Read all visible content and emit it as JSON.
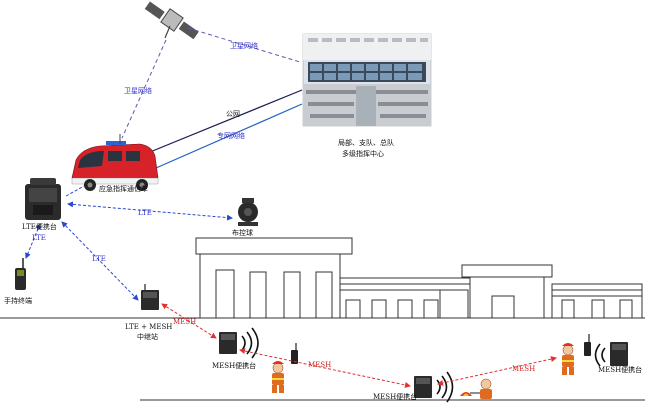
{
  "labels": {
    "satellite_net_top": "卫星网络",
    "satellite_net_left": "卫星网络",
    "public_net": "公网",
    "private_net": "专网网络",
    "command_center": "局部、支队、总队",
    "command_center_sub": "多级指挥中心",
    "vehicle": "应急指挥通信车",
    "lte_portable": "LTE便携台",
    "lte": "LTE",
    "lte_link": "LTE",
    "lte_link2": "LTE",
    "ptz_camera": "布控球",
    "handheld": "手持终端",
    "relay": "LTE + MESH",
    "relay_sub": "中继站",
    "mesh1": "MESH",
    "mesh2": "MESH",
    "mesh3": "MESH",
    "mesh_portable_left": "MESH便携台",
    "mesh_portable_center": "MESH便携台",
    "mesh_portable_right": "MESH便携台"
  },
  "colors": {
    "satellite_link": "#5a5aa8",
    "public_net_line": "#1a1a50",
    "private_net_line": "#2060c8",
    "lte_link": "#2848d0",
    "mesh_link": "#e03030",
    "vehicle_body": "#d8222a",
    "building_line": "#333333"
  }
}
